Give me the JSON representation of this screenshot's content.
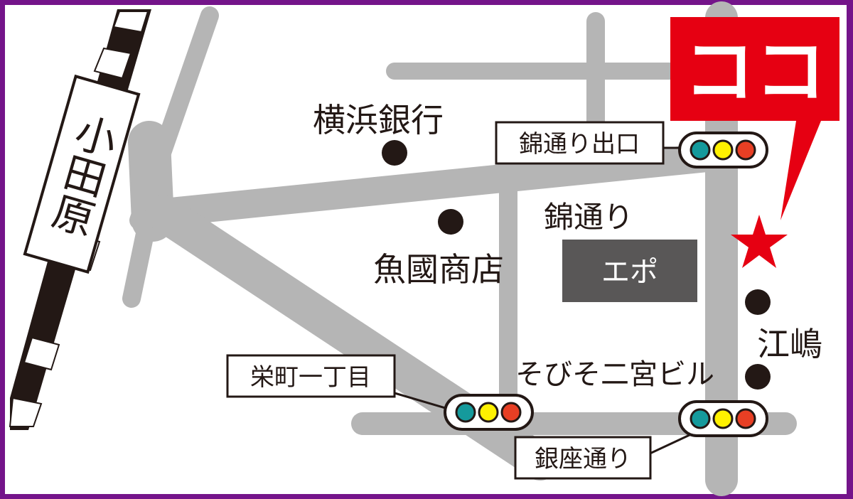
{
  "station": {
    "label": "小田原"
  },
  "landmarks": {
    "bank": "横浜銀行",
    "fish_shop": "魚國商店",
    "epo": "エポ",
    "ejima": "江嶋",
    "building": "そびそ二宮ビル"
  },
  "streets": {
    "nishiki": "錦通り"
  },
  "signals": {
    "nishiki_exit": "錦通り出口",
    "sakae": "栄町一丁目",
    "ginza": "銀座通り"
  },
  "callout": {
    "label": "ココ"
  },
  "colors": {
    "border": "#74148a",
    "road": "#b5b5b5",
    "accent": "#e60012",
    "green": "#159a9c",
    "yellow": "#fff100",
    "red": "#e83f24",
    "epo_box": "#595757"
  }
}
